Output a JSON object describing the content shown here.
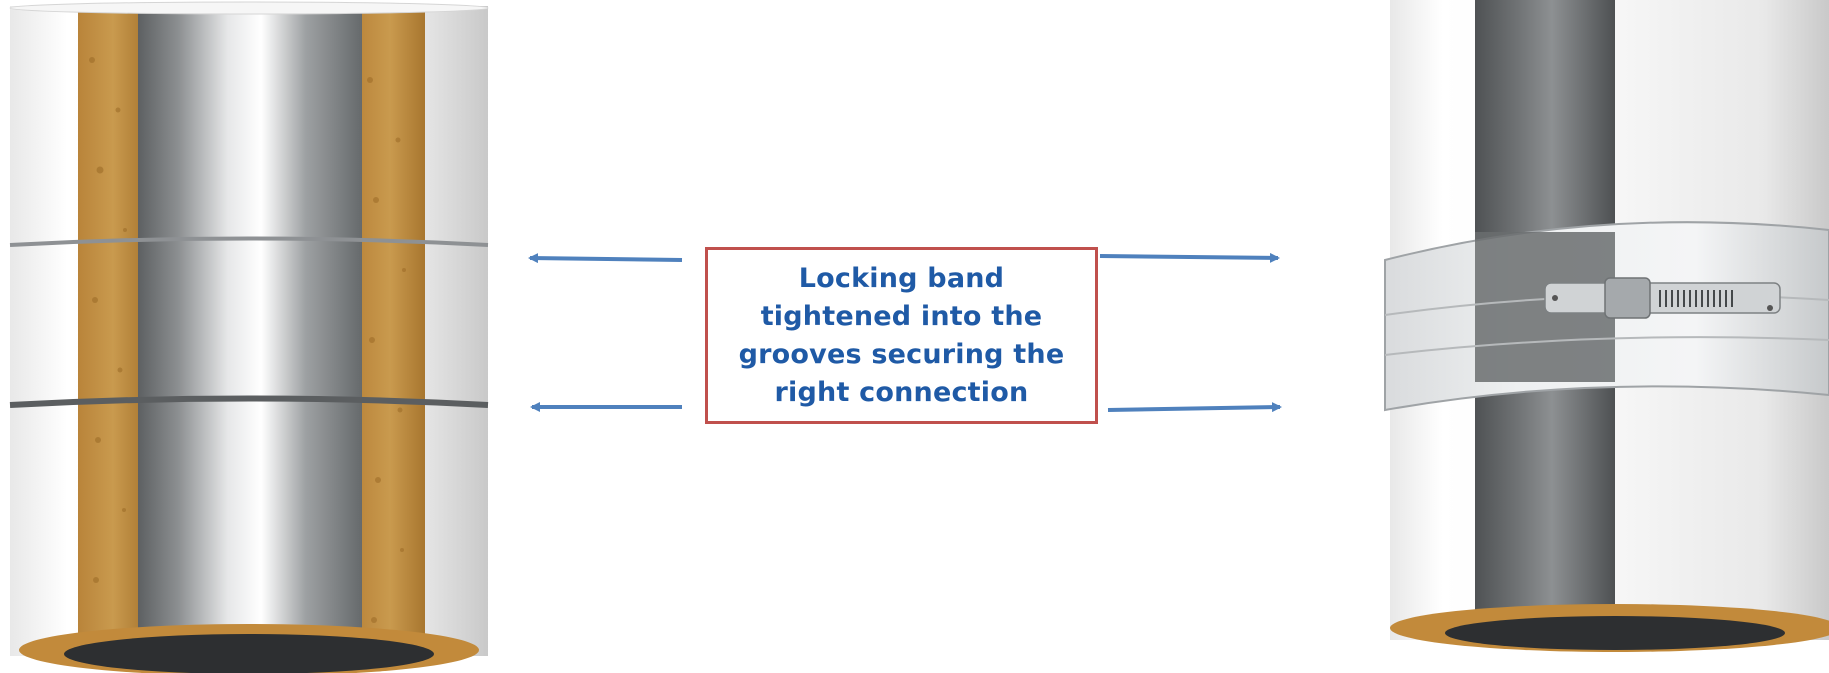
{
  "callout": {
    "text": "Locking band\ntightened  into the\ngrooves securing the\nright  connection"
  },
  "colors": {
    "arrow": "#4f81bd",
    "box_border": "#c0504d",
    "text": "#1f5aa6",
    "insulation": "#c08a3c",
    "steel_dark": "#6e7173",
    "steel_light": "#f2f2f2"
  },
  "images": {
    "left": "cutaway-double-wall-chimney-pipe",
    "right": "chimney-pipe-with-locking-band-clamp"
  }
}
